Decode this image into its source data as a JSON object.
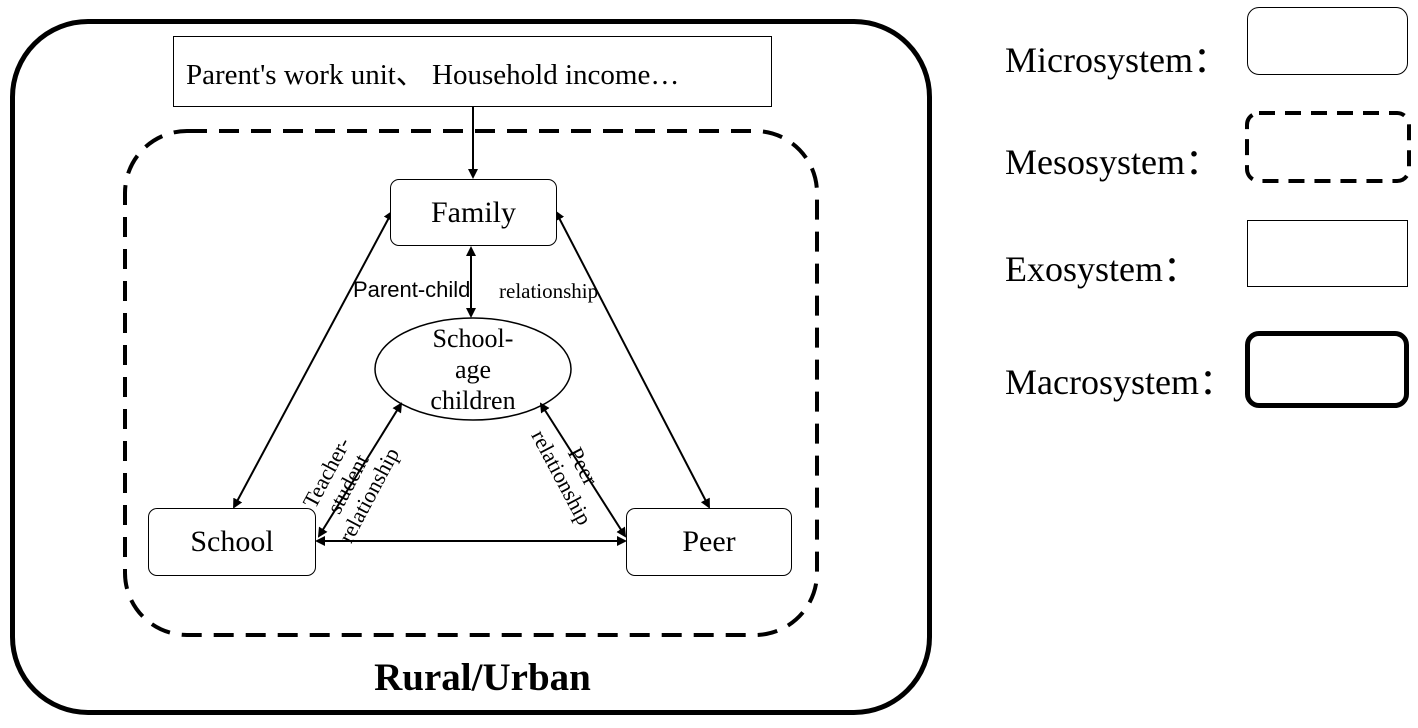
{
  "diagram": {
    "exosystem_text": "Parent's work unit、 Household income…",
    "nodes": {
      "family": "Family",
      "school": "School",
      "peer": "Peer",
      "child_line1": "School-",
      "child_line2": "age",
      "child_line3": "children"
    },
    "relationships": {
      "parent_child_a": "Parent-child",
      "parent_child_b": "relationship",
      "teacher_line1": "Teacher-",
      "teacher_line2": "student",
      "teacher_line3": "relationship",
      "peer_line1": "Peer",
      "peer_line2": "relationship"
    },
    "region_title": "Rural/Urban"
  },
  "legend": {
    "micro": "Microsystem：",
    "meso": "Mesosystem：",
    "exo": "Exosystem：",
    "macro": "Macrosystem："
  }
}
